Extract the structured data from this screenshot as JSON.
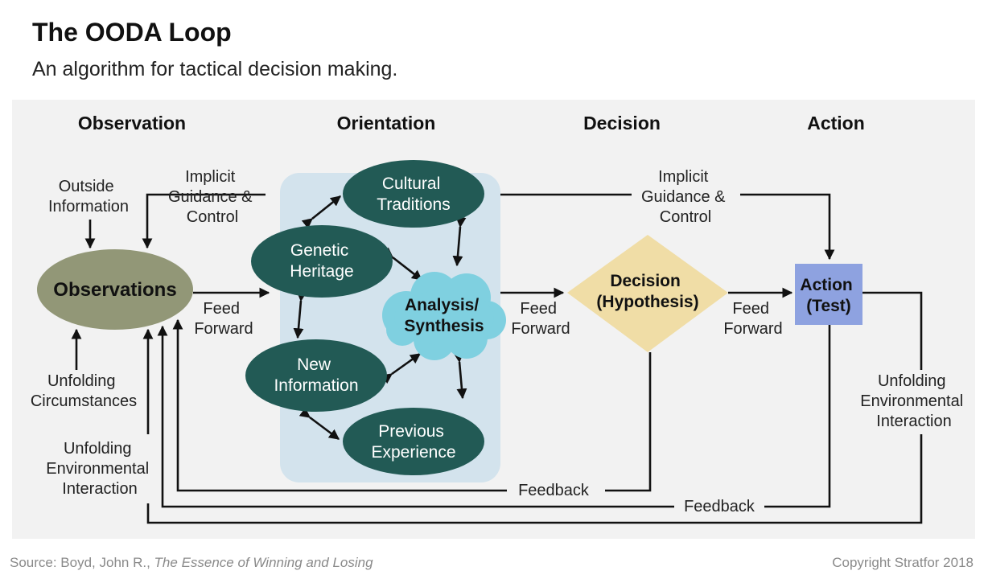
{
  "title": "The OODA Loop",
  "subtitle": "An algorithm for tactical decision making.",
  "phases": {
    "observation": "Observation",
    "orientation": "Orientation",
    "decision": "Decision",
    "action": "Action"
  },
  "nodes": {
    "observations": "Observations",
    "cultural_traditions": [
      "Cultural",
      "Traditions"
    ],
    "genetic_heritage": [
      "Genetic",
      "Heritage"
    ],
    "analysis_synthesis": [
      "Analysis/",
      "Synthesis"
    ],
    "new_information": [
      "New",
      "Information"
    ],
    "previous_experience": [
      "Previous",
      "Experience"
    ],
    "decision": [
      "Decision",
      "(Hypothesis)"
    ],
    "action": [
      "Action",
      "(Test)"
    ]
  },
  "labels": {
    "outside_information": [
      "Outside",
      "Information"
    ],
    "implicit_guidance_left": [
      "Implicit",
      "Guidance &",
      "Control"
    ],
    "implicit_guidance_right": [
      "Implicit",
      "Guidance &",
      "Control"
    ],
    "feed_forward_1": [
      "Feed",
      "Forward"
    ],
    "feed_forward_2": [
      "Feed",
      "Forward"
    ],
    "feed_forward_3": [
      "Feed",
      "Forward"
    ],
    "unfolding_circumstances": [
      "Unfolding",
      "Circumstances"
    ],
    "unfolding_interaction_left": [
      "Unfolding",
      "Environmental",
      "Interaction"
    ],
    "unfolding_interaction_right": [
      "Unfolding",
      "Environmental",
      "Interaction"
    ],
    "feedback_1": "Feedback",
    "feedback_2": "Feedback"
  },
  "footer": {
    "source_prefix": "Source: Boyd, John R., ",
    "source_title": "The Essence of Winning and Losing",
    "copyright": "Copyright Stratfor 2018"
  },
  "colors": {
    "panel": "#f2f2f2",
    "orientation_box": "#d3e3ed",
    "observations_fill": "#929777",
    "teal_nodes": "#225a55",
    "analysis_cloud": "#7fd0e0",
    "decision_diamond": "#f0dda6",
    "action_box": "#8ea2e0"
  }
}
